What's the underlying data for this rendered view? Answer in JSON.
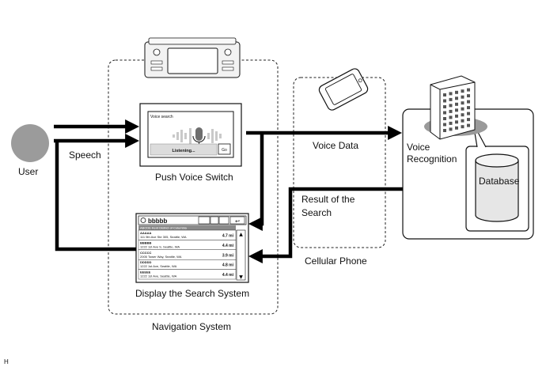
{
  "labels": {
    "user": "User",
    "speech": "Speech",
    "push_voice_switch": "Push Voice Switch",
    "voice_data": "Voice Data",
    "voice_recognition_line1": "Voice",
    "voice_recognition_line2": "Recognition",
    "database": "Database",
    "result_line1": "Result of the",
    "result_line2": "Search",
    "cellular_phone": "Cellular Phone",
    "display_search_system": "Display the Search System",
    "navigation_system": "Navigation System",
    "corner_mark": "H"
  },
  "voice_screen": {
    "title": "Voice search",
    "status": "Listening...",
    "go_button": "Go"
  },
  "search_screen": {
    "query": "bbbbb",
    "header": "ABCDE Kent District of Columbia",
    "results": [
      {
        "name": "AAAAA",
        "address": "111 5th Ave Ste 305, Seattle, WA",
        "distance": "4.7 mi"
      },
      {
        "name": "BBBBB",
        "address": "1222 1st Ave S, Seattle, WA",
        "distance": "4.4 mi"
      },
      {
        "name": "CCCCC",
        "address": "2005 Tower Way, Seattle, WA",
        "distance": "3.9 mi"
      },
      {
        "name": "DDDDD",
        "address": "1222 1st Ave, Seattle, WA",
        "distance": "4.8 mi"
      },
      {
        "name": "EEEEE",
        "address": "1222 1st Ave, Seattle, WA",
        "distance": "4.4 mi"
      }
    ]
  }
}
